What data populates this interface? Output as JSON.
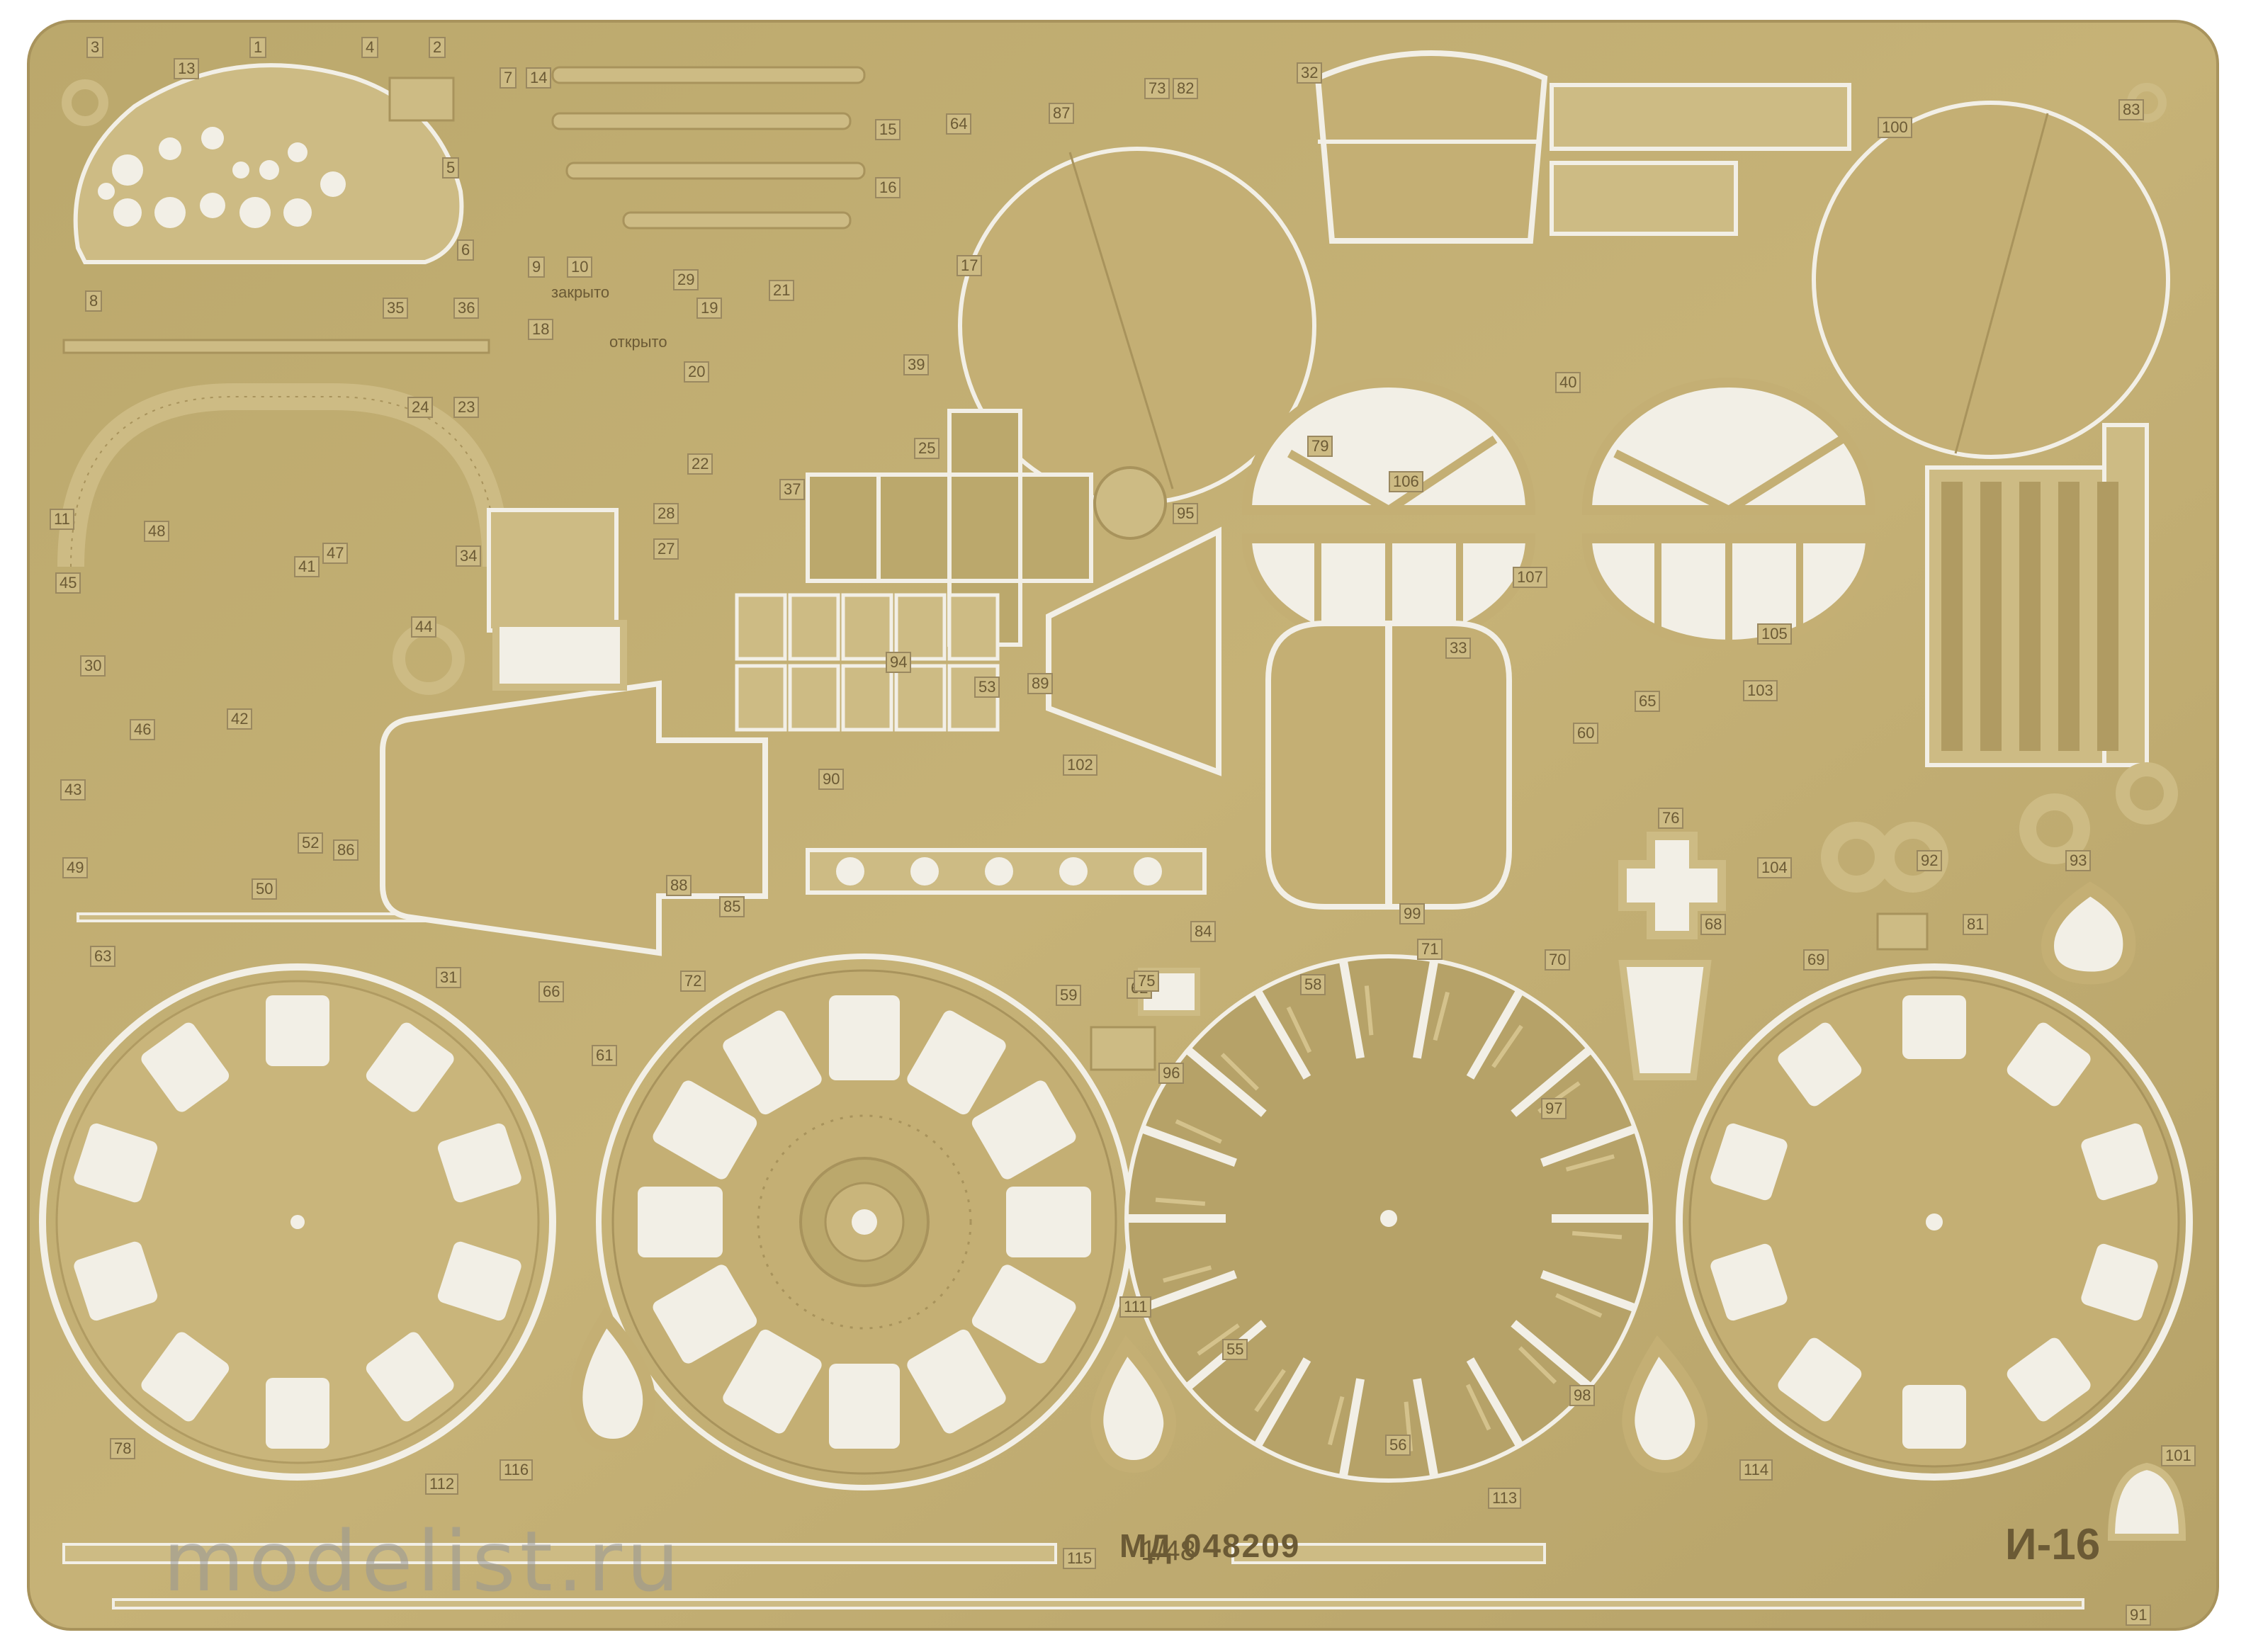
{
  "sheet": {
    "code": "МД 048209",
    "model": "И-16",
    "scale": "1/48",
    "closed_label": "закрыто",
    "open_label": "открыто",
    "watermark": "modelist.ru",
    "colors": {
      "brass": "#c4af74",
      "brass_dark": "#a8935c",
      "gap": "#f2efe6",
      "etch": "#b39e66"
    }
  },
  "part_numbers": [
    "1",
    "2",
    "3",
    "4",
    "5",
    "6",
    "7",
    "8",
    "9",
    "10",
    "11",
    "13",
    "14",
    "15",
    "16",
    "17",
    "18",
    "19",
    "20",
    "21",
    "22",
    "23",
    "24",
    "25",
    "27",
    "28",
    "29",
    "30",
    "31",
    "32",
    "33",
    "34",
    "35",
    "36",
    "37",
    "39",
    "40",
    "41",
    "42",
    "43",
    "44",
    "45",
    "46",
    "47",
    "48",
    "49",
    "50",
    "52",
    "53",
    "55",
    "56",
    "58",
    "59",
    "60",
    "61",
    "62",
    "63",
    "64",
    "65",
    "66",
    "68",
    "69",
    "70",
    "71",
    "72",
    "73",
    "75",
    "76",
    "78",
    "79",
    "81",
    "82",
    "83",
    "84",
    "85",
    "86",
    "87",
    "88",
    "89",
    "90",
    "91",
    "92",
    "93",
    "94",
    "95",
    "96",
    "97",
    "98",
    "99",
    "100",
    "101",
    "102",
    "103",
    "104",
    "105",
    "106",
    "107",
    "111",
    "112",
    "113",
    "114",
    "115",
    "116"
  ]
}
